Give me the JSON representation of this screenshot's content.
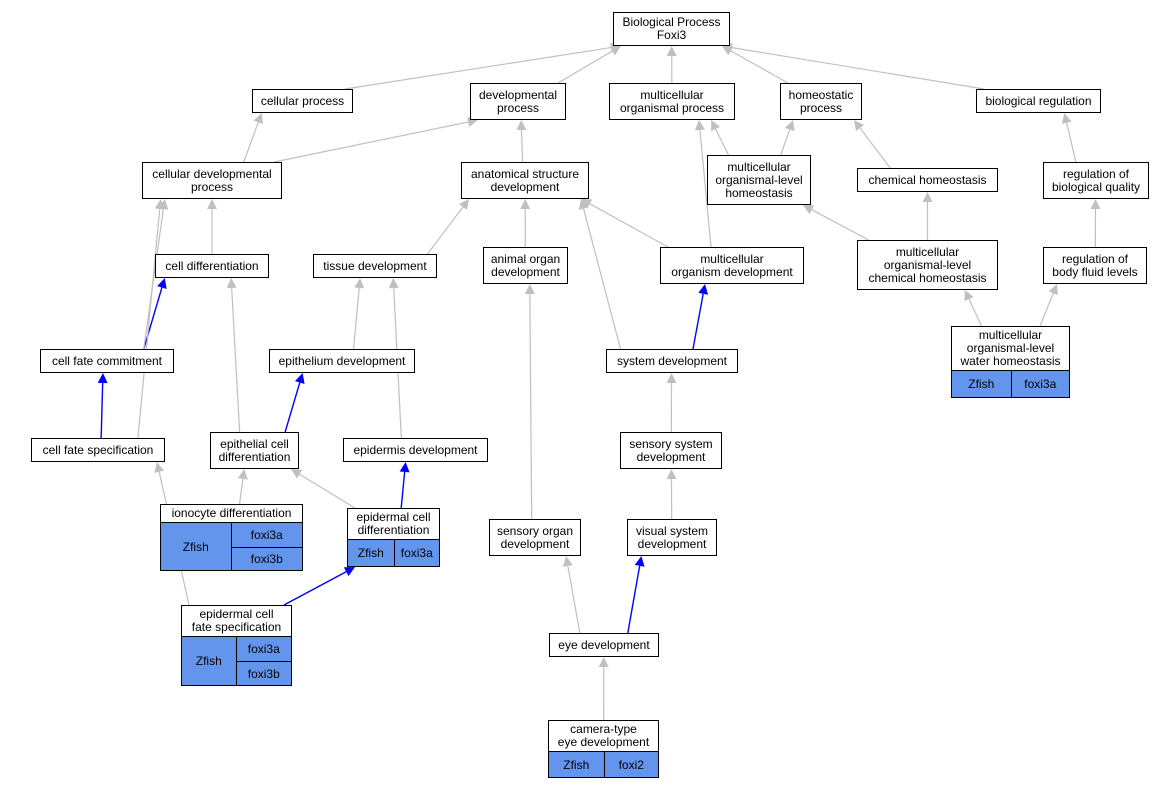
{
  "colors": {
    "is_a_edge": "#c0c0c0",
    "part_of_edge": "#0000ff",
    "annotation_fill": "#6495ed",
    "border": "#000000"
  },
  "nodes": {
    "bp": {
      "label": "Biological Process\nFoxi3"
    },
    "cellular_process": {
      "label": "cellular process"
    },
    "developmental_process": {
      "label": "developmental\nprocess"
    },
    "multicellular_organismal_process": {
      "label": "multicellular\norganismal process"
    },
    "homeostatic_process": {
      "label": "homeostatic\nprocess"
    },
    "biological_regulation": {
      "label": "biological regulation"
    },
    "cellular_developmental_process": {
      "label": "cellular developmental\nprocess"
    },
    "anatomical_structure_development": {
      "label": "anatomical structure\ndevelopment"
    },
    "multicellular_organismal_level_homeostasis": {
      "label": "multicellular\norganismal-level\nhomeostasis"
    },
    "chemical_homeostasis": {
      "label": "chemical homeostasis"
    },
    "regulation_of_biological_quality": {
      "label": "regulation of\nbiological quality"
    },
    "cell_differentiation": {
      "label": "cell differentiation"
    },
    "tissue_development": {
      "label": "tissue development"
    },
    "animal_organ_development": {
      "label": "animal organ\ndevelopment"
    },
    "multicellular_organism_development": {
      "label": "multicellular\norganism development"
    },
    "ml_chemical_homeostasis": {
      "label": "multicellular\norganismal-level\nchemical homeostasis"
    },
    "regulation_of_body_fluid_levels": {
      "label": "regulation of\nbody fluid levels"
    },
    "ml_water_homeostasis": {
      "label": "multicellular\norganismal-level\nwater homeostasis",
      "organism": "Zfish",
      "genes": [
        "foxi3a"
      ]
    },
    "cell_fate_commitment": {
      "label": "cell fate commitment"
    },
    "epithelium_development": {
      "label": "epithelium development"
    },
    "system_development": {
      "label": "system development"
    },
    "cell_fate_specification": {
      "label": "cell fate specification"
    },
    "epithelial_cell_differentiation": {
      "label": "epithelial cell\ndifferentiation"
    },
    "epidermis_development": {
      "label": "epidermis development"
    },
    "sensory_system_development": {
      "label": "sensory system\ndevelopment"
    },
    "ionocyte_differentiation": {
      "label": "ionocyte differentiation",
      "organism": "Zfish",
      "genes": [
        "foxi3a",
        "foxi3b"
      ]
    },
    "epidermal_cell_differentiation": {
      "label": "epidermal cell\ndifferentiation",
      "organism": "Zfish",
      "genes": [
        "foxi3a"
      ]
    },
    "sensory_organ_development": {
      "label": "sensory organ\ndevelopment"
    },
    "visual_system_development": {
      "label": "visual system\ndevelopment"
    },
    "epidermal_cell_fate_specification": {
      "label": "epidermal cell\nfate specification",
      "organism": "Zfish",
      "genes": [
        "foxi3a",
        "foxi3b"
      ]
    },
    "eye_development": {
      "label": "eye development"
    },
    "camera_type_eye_development": {
      "label": "camera-type\neye development",
      "organism": "Zfish",
      "genes": [
        "foxi2"
      ]
    }
  },
  "edges": [
    {
      "from": "cellular_process",
      "to": "bp",
      "type": "is_a"
    },
    {
      "from": "developmental_process",
      "to": "bp",
      "type": "is_a"
    },
    {
      "from": "multicellular_organismal_process",
      "to": "bp",
      "type": "is_a"
    },
    {
      "from": "homeostatic_process",
      "to": "bp",
      "type": "is_a"
    },
    {
      "from": "biological_regulation",
      "to": "bp",
      "type": "is_a"
    },
    {
      "from": "cellular_developmental_process",
      "to": "cellular_process",
      "type": "is_a"
    },
    {
      "from": "cellular_developmental_process",
      "to": "developmental_process",
      "type": "is_a"
    },
    {
      "from": "anatomical_structure_development",
      "to": "developmental_process",
      "type": "is_a"
    },
    {
      "from": "multicellular_organismal_level_homeostasis",
      "to": "multicellular_organismal_process",
      "type": "is_a"
    },
    {
      "from": "multicellular_organismal_level_homeostasis",
      "to": "homeostatic_process",
      "type": "is_a"
    },
    {
      "from": "chemical_homeostasis",
      "to": "homeostatic_process",
      "type": "is_a"
    },
    {
      "from": "regulation_of_biological_quality",
      "to": "biological_regulation",
      "type": "is_a"
    },
    {
      "from": "cell_differentiation",
      "to": "cellular_developmental_process",
      "type": "is_a"
    },
    {
      "from": "tissue_development",
      "to": "anatomical_structure_development",
      "type": "is_a"
    },
    {
      "from": "animal_organ_development",
      "to": "anatomical_structure_development",
      "type": "is_a"
    },
    {
      "from": "multicellular_organism_development",
      "to": "anatomical_structure_development",
      "type": "is_a"
    },
    {
      "from": "multicellular_organism_development",
      "to": "multicellular_organismal_process",
      "type": "is_a"
    },
    {
      "from": "ml_chemical_homeostasis",
      "to": "multicellular_organismal_level_homeostasis",
      "type": "is_a"
    },
    {
      "from": "ml_chemical_homeostasis",
      "to": "chemical_homeostasis",
      "type": "is_a"
    },
    {
      "from": "regulation_of_body_fluid_levels",
      "to": "regulation_of_biological_quality",
      "type": "is_a"
    },
    {
      "from": "ml_water_homeostasis",
      "to": "ml_chemical_homeostasis",
      "type": "is_a"
    },
    {
      "from": "ml_water_homeostasis",
      "to": "regulation_of_body_fluid_levels",
      "type": "is_a"
    },
    {
      "from": "cell_fate_commitment",
      "to": "cell_differentiation",
      "type": "part_of"
    },
    {
      "from": "cell_fate_commitment",
      "to": "cellular_developmental_process",
      "type": "is_a"
    },
    {
      "from": "cell_fate_specification",
      "to": "cell_fate_commitment",
      "type": "part_of"
    },
    {
      "from": "cell_fate_specification",
      "to": "cellular_developmental_process",
      "type": "is_a"
    },
    {
      "from": "epithelium_development",
      "to": "tissue_development",
      "type": "is_a"
    },
    {
      "from": "system_development",
      "to": "multicellular_organism_development",
      "type": "part_of"
    },
    {
      "from": "system_development",
      "to": "anatomical_structure_development",
      "type": "is_a"
    },
    {
      "from": "epithelial_cell_differentiation",
      "to": "epithelium_development",
      "type": "part_of"
    },
    {
      "from": "epithelial_cell_differentiation",
      "to": "cell_differentiation",
      "type": "is_a"
    },
    {
      "from": "epidermis_development",
      "to": "tissue_development",
      "type": "is_a"
    },
    {
      "from": "sensory_system_development",
      "to": "system_development",
      "type": "is_a"
    },
    {
      "from": "ionocyte_differentiation",
      "to": "epithelial_cell_differentiation",
      "type": "is_a"
    },
    {
      "from": "epidermal_cell_differentiation",
      "to": "epidermis_development",
      "type": "part_of"
    },
    {
      "from": "epidermal_cell_differentiation",
      "to": "epithelial_cell_differentiation",
      "type": "is_a"
    },
    {
      "from": "sensory_organ_development",
      "to": "animal_organ_development",
      "type": "is_a"
    },
    {
      "from": "visual_system_development",
      "to": "sensory_system_development",
      "type": "is_a"
    },
    {
      "from": "epidermal_cell_fate_specification",
      "to": "epidermal_cell_differentiation",
      "type": "part_of"
    },
    {
      "from": "epidermal_cell_fate_specification",
      "to": "cell_fate_specification",
      "type": "is_a"
    },
    {
      "from": "eye_development",
      "to": "sensory_organ_development",
      "type": "is_a"
    },
    {
      "from": "eye_development",
      "to": "visual_system_development",
      "type": "part_of"
    },
    {
      "from": "camera_type_eye_development",
      "to": "eye_development",
      "type": "is_a"
    }
  ]
}
